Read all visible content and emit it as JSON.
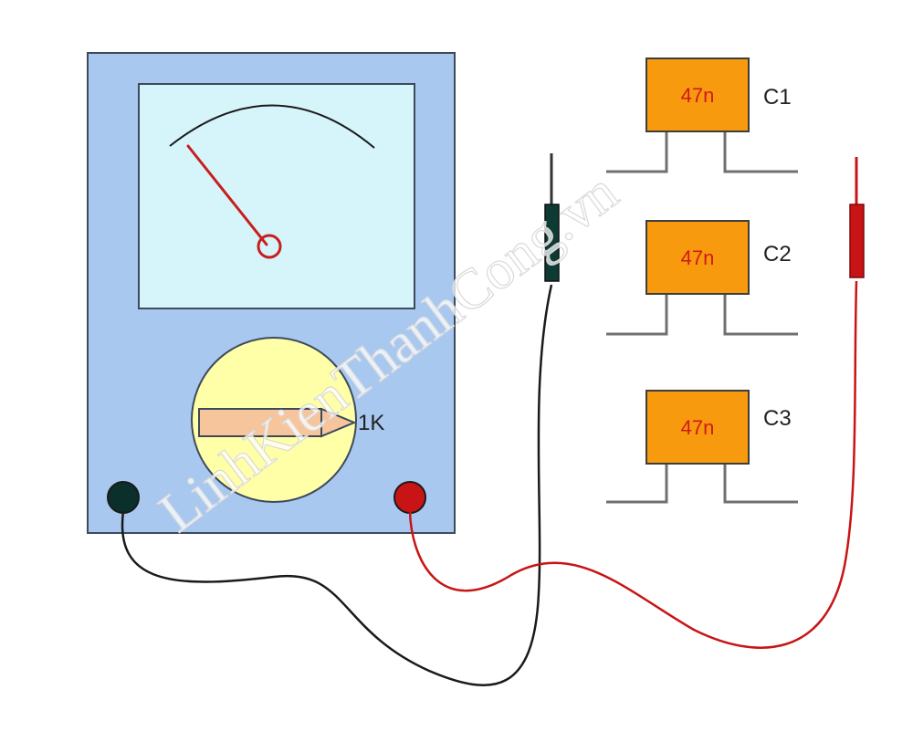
{
  "multimeter": {
    "range_label": "1K",
    "colors": {
      "body": "#a8c8f0",
      "screen": "#d6f5fa",
      "dial": "#ffffa8",
      "pointer": "#f6c59c",
      "needle": "#c81e1e",
      "com_terminal": "#0b2f2a",
      "pos_terminal": "#c81414"
    }
  },
  "capacitors": [
    {
      "name": "C1",
      "value": "47n"
    },
    {
      "name": "C2",
      "value": "47n"
    },
    {
      "name": "C3",
      "value": "47n"
    }
  ],
  "probes": {
    "black": {
      "color": "#0d3b33",
      "wire_color": "#1a1a1a"
    },
    "red": {
      "color": "#c81414",
      "wire_color": "#c81414"
    }
  },
  "capacitor_color": "#f79a0e",
  "watermark": "LinhKienThanhCong.vn"
}
